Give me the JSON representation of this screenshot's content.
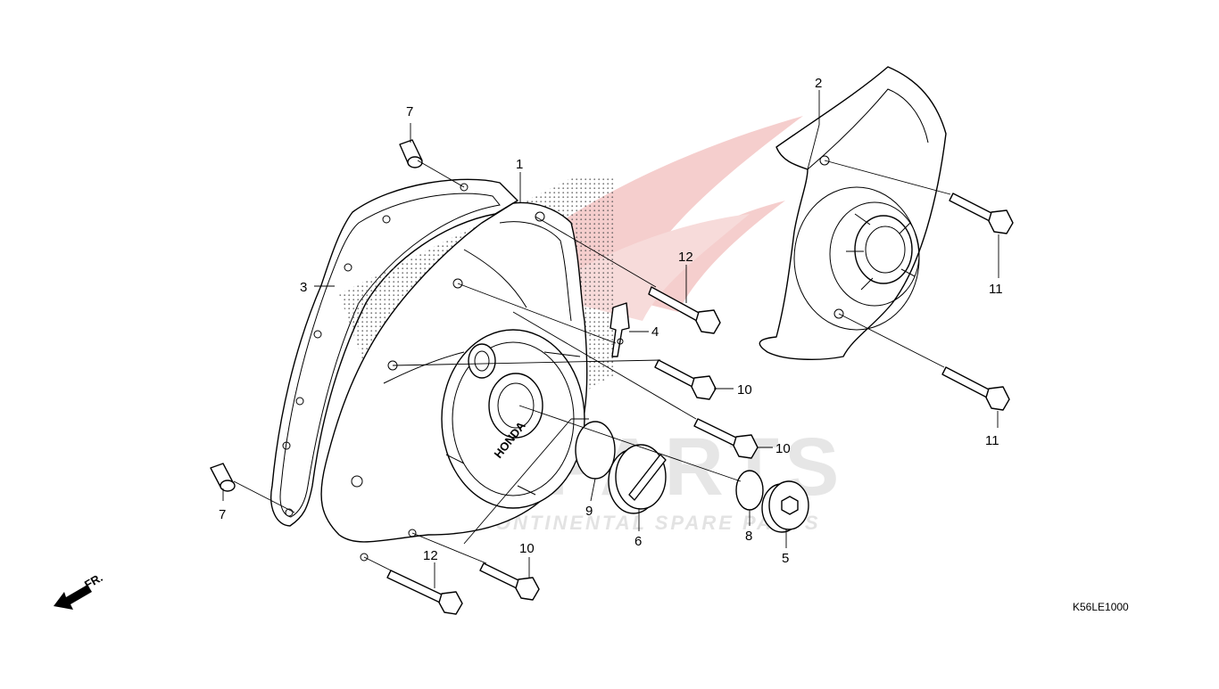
{
  "diagram": {
    "code": "K56LE1000",
    "front_marker": "FR.",
    "labels": {
      "p1": "1",
      "p2": "2",
      "p3": "3",
      "p4": "4",
      "p5": "5",
      "p6": "6",
      "p7a": "7",
      "p7b": "7",
      "p8": "8",
      "p9": "9",
      "p10a": "10",
      "p10b": "10",
      "p10c": "10",
      "p11a": "11",
      "p11b": "11",
      "p12a": "12",
      "p12b": "12"
    },
    "embossed_text": "HONDA"
  },
  "watermark": {
    "brand": "ICSPARTS",
    "tagline": "INTERCONTINENTAL SPARE PARTS",
    "color": "#e8312f"
  }
}
